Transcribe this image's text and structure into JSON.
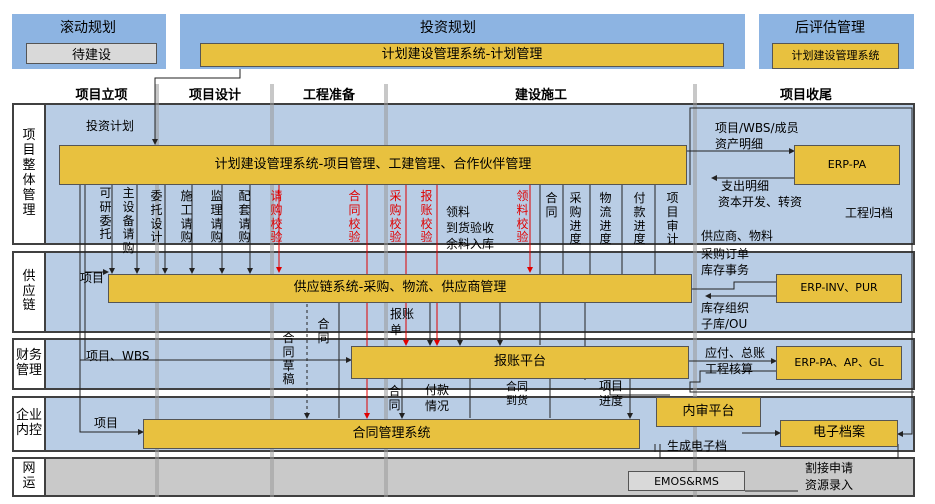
{
  "top": {
    "rolling": {
      "title": "滚动规划",
      "status": "待建设"
    },
    "investment": {
      "title": "投资规划",
      "system": "计划建设管理系统-计划管理"
    },
    "post_eval": {
      "title": "后评估管理",
      "system": "计划建设管理系统"
    }
  },
  "phases": [
    "项目立项",
    "项目设计",
    "工程准备",
    "建设施工",
    "项目收尾"
  ],
  "rows": [
    "项目整体管理",
    "供应链",
    "财务管理",
    "企业内控",
    "网运"
  ],
  "systems": {
    "project_mgmt": "计划建设管理系统-项目管理、工建管理、合作伙伴管理",
    "supply_chain": "供应链系统-采购、物流、供应商管理",
    "reimbursement": "报账平台",
    "contract": "合同管理系统",
    "internal_audit": "内审平台",
    "archive": "电子档案",
    "emos": "EMOS&RMS",
    "erp_pa": "ERP-PA",
    "erp_inv": "ERP-INV、PUR",
    "erp_fin": "ERP-PA、AP、GL"
  },
  "labels": {
    "invest_plan": "投资计划",
    "proj_wbs": "项目/WBS/成员",
    "asset_detail": "资产明细",
    "expense_detail": "支出明细",
    "capital_dev": "资本开发、转资",
    "project_close": "工程归档",
    "supplier_material": "供应商、物料",
    "po": "采购订单",
    "inv_tx": "库存事务",
    "inv_org": "库存组织",
    "subinv": "子库/OU",
    "ap_ledger": "应付、总账",
    "proj_accounting": "工程核算",
    "material": "领料",
    "receipt": "到货验收",
    "surplus": "余料入库",
    "project_a": "项目",
    "project_wbs": "项目、WBS",
    "project_b": "项目",
    "reimb_doc": "报账",
    "doc": "单",
    "contract_v": "合同",
    "contract_draft": "合同草稿",
    "contract_b": "合同",
    "payment": "付款",
    "status": "情况",
    "contract_arrival": "合同",
    "arrival": "到货",
    "project_progress": "项目",
    "progress": "进度",
    "gen_archive": "生成电子档",
    "cutover": "割接申请",
    "resource_input": "资源录入"
  },
  "vertical_labels": [
    {
      "text": "可研委托",
      "red": false
    },
    {
      "text": "主设备请购",
      "red": false
    },
    {
      "text": "委托设计",
      "red": false
    },
    {
      "text": "施工请购",
      "red": false
    },
    {
      "text": "监理请购",
      "red": false
    },
    {
      "text": "配套请购",
      "red": false
    },
    {
      "text": "请购校验",
      "red": true
    },
    {
      "text": "合同校验",
      "red": true
    },
    {
      "text": "采购校验",
      "red": true
    },
    {
      "text": "报账校验",
      "red": true
    },
    {
      "text": "领料校验",
      "red": true
    },
    {
      "text": "合同",
      "red": false
    },
    {
      "text": "采购进度",
      "red": false
    },
    {
      "text": "物流进度",
      "red": false
    },
    {
      "text": "付款进度",
      "red": false
    },
    {
      "text": "项目审计",
      "red": false
    }
  ]
}
